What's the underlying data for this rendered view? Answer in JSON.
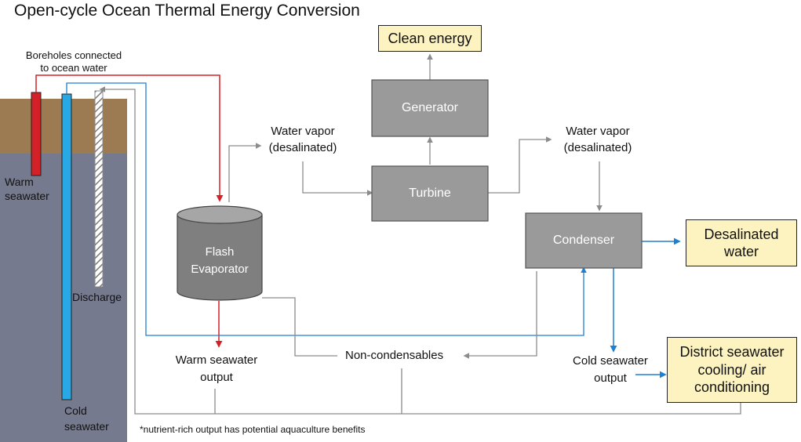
{
  "title": "Open-cycle Ocean Thermal Energy Conversion",
  "boreholes_label_line1": "Boreholes connected",
  "boreholes_label_line2": "to ocean water",
  "warm_pipe_label_line1": "Warm",
  "warm_pipe_label_line2": "seawater",
  "discharge_label": "Discharge",
  "cold_pipe_label_line1": "Cold",
  "cold_pipe_label_line2": "seawater",
  "flash_evaporator_line1": "Flash",
  "flash_evaporator_line2": "Evaporator",
  "vapor_left_line1": "Water vapor",
  "vapor_left_line2": "(desalinated)",
  "vapor_right_line1": "Water vapor",
  "vapor_right_line2": "(desalinated)",
  "turbine": "Turbine",
  "generator": "Generator",
  "clean_energy": "Clean energy",
  "condenser": "Condenser",
  "desalinated_water_line1": "Desalinated",
  "desalinated_water_line2": "water",
  "warm_output_line1": "Warm seawater",
  "warm_output_line2": "output",
  "non_condensables": "Non-condensables",
  "cold_output_line1": "Cold seawater",
  "cold_output_line2": "output",
  "district_line1": "District seawater",
  "district_line2": "cooling/ air",
  "district_line3": "conditioning",
  "footnote": "*nutrient-rich output has potential aquaculture benefits",
  "colors": {
    "warm": "#d42027",
    "cold": "#1f7fd0",
    "grey_line": "#8c8c8c",
    "box_grey": "#9a9a9a",
    "soil": "#9c7a52",
    "ocean": "#767a8e",
    "highlight_box": "#fdf3c0"
  }
}
